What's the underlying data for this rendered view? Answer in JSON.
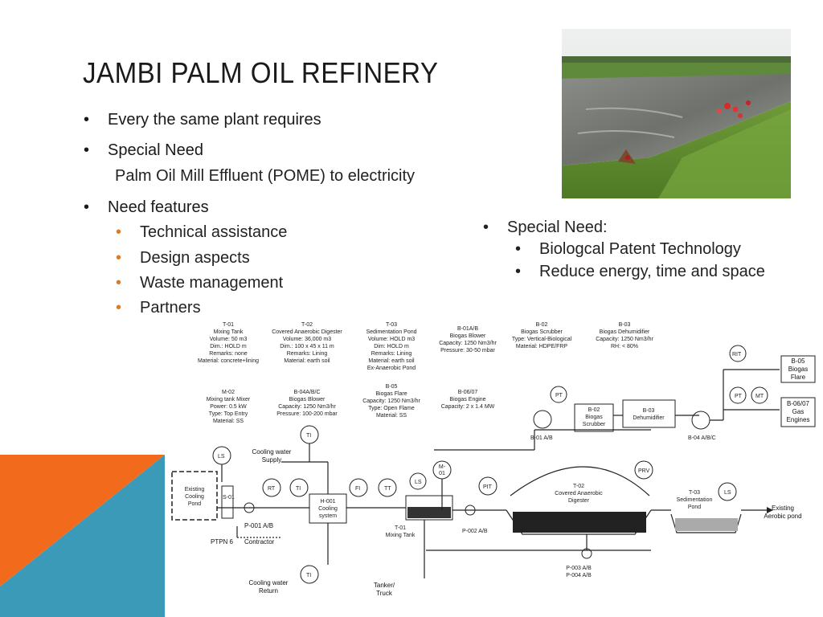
{
  "title": "JAMBI PALM OIL REFINERY",
  "left_bullets": [
    {
      "text": "Every  the same plant requires"
    },
    {
      "text": "Special Need",
      "detail": "Palm Oil Mill Effluent (POME) to electricity"
    },
    {
      "text": "Need features"
    }
  ],
  "features": [
    "Technical assistance",
    "Design aspects",
    "Waste management",
    "Partners"
  ],
  "right_block": {
    "heading": "Special Need:",
    "items": [
      "Biologcal Patent Technology",
      "Reduce energy, time and space"
    ]
  },
  "colors": {
    "accent_orange": "#f26b1d",
    "accent_teal": "#3a9ab8",
    "bullet_orange": "#e07a20"
  },
  "diagram": {
    "specs": [
      {
        "lines": [
          "T-01",
          "Mixing Tank",
          "Volume: 50 m3",
          "Dim.: HOLD m",
          "Remarks: none",
          "Material: concrete+lining"
        ]
      },
      {
        "lines": [
          "T-02",
          "Covered Anaerobic Digester",
          "Volume: 36,000 m3",
          "Dim.: 100 x 45 x 11 m",
          "Remarks: Lining",
          "Material: earth soil"
        ]
      },
      {
        "lines": [
          "T-03",
          "Sedimentation Pond",
          "Volume: HOLD m3",
          "Dim: HOLD m",
          "Remarks: Lining",
          "Material: earth soil",
          "Ex-Anaerobic Pond"
        ]
      },
      {
        "lines": [
          "B-01A/B",
          "Biogas Blower",
          "Capacity: 1250 Nm3/hr",
          "Pressure: 30-50 mbar"
        ]
      },
      {
        "lines": [
          "B-02",
          "Biogas Scrubber",
          "Type: Vertical-Biological",
          "Material: HDPE/FRP"
        ]
      },
      {
        "lines": [
          "B-03",
          "Biogas Dehumidifier",
          "Capacity: 1250 Nm3/hr",
          "RH: < 80%"
        ]
      },
      {
        "lines": [
          "M-02",
          "Mixing tank Mixer",
          "Power: 0.5 kW",
          "Type: Top Entry",
          "Material: SS"
        ]
      },
      {
        "lines": [
          "B-04A/B/C",
          "Biogas Blower",
          "Capacity: 1250 Nm3/hr",
          "Pressure: 100-200 mbar"
        ]
      },
      {
        "lines": [
          "B-05",
          "Biogas Flare",
          "Capacity: 1250 Nm3/hr",
          "Type: Open Flame",
          "Material: SS"
        ]
      },
      {
        "lines": [
          "B-06/07",
          "Biogas Engine",
          "Capacity: 2 x 1.4 MW"
        ]
      }
    ],
    "labels": {
      "existing_pond": [
        "Existing",
        "Cooling",
        "Pond"
      ],
      "s01": "S-01",
      "p001": "P-001 A/B",
      "ptpn": "PTPN 6",
      "contractor": "Contractor",
      "cooling_supply": [
        "Cooling water",
        "Supply"
      ],
      "cooling_return": [
        "Cooling water",
        "Return"
      ],
      "h001": [
        "H-001",
        "Cooling",
        "system"
      ],
      "t01": [
        "T-01",
        "Mixing Tank"
      ],
      "m01": [
        "M-",
        "01"
      ],
      "p002": "P-002 A/B",
      "tanker": [
        "Tanker/",
        "Truck"
      ],
      "t02": [
        "T-02",
        "Covered Anaerobic",
        "Digester"
      ],
      "p003": [
        "P-003 A/B",
        "P-004 A/B"
      ],
      "t03": [
        "T-03",
        "Sedimentation",
        "Pond"
      ],
      "existing_aerobic": [
        "Existing",
        "Aerobic pond"
      ],
      "b01": "B-01 A/B",
      "b02": [
        "B-02",
        "Biogas",
        "Scrubber"
      ],
      "b03": [
        "B-03",
        "Dehumidifier"
      ],
      "b04": "B-04 A/B/C",
      "b05": [
        "B-05",
        "Biogas",
        "Flare"
      ],
      "b0607": [
        "B-06/07",
        "Gas",
        "Engines"
      ],
      "inst": {
        "ti": "TI",
        "ls": "LS",
        "rt": "RT",
        "tt": "TT",
        "fi": "FI",
        "pit": "PIT",
        "prv": "PRV",
        "pt": "PT",
        "mt": "MT",
        "rit": "RIT"
      }
    }
  }
}
